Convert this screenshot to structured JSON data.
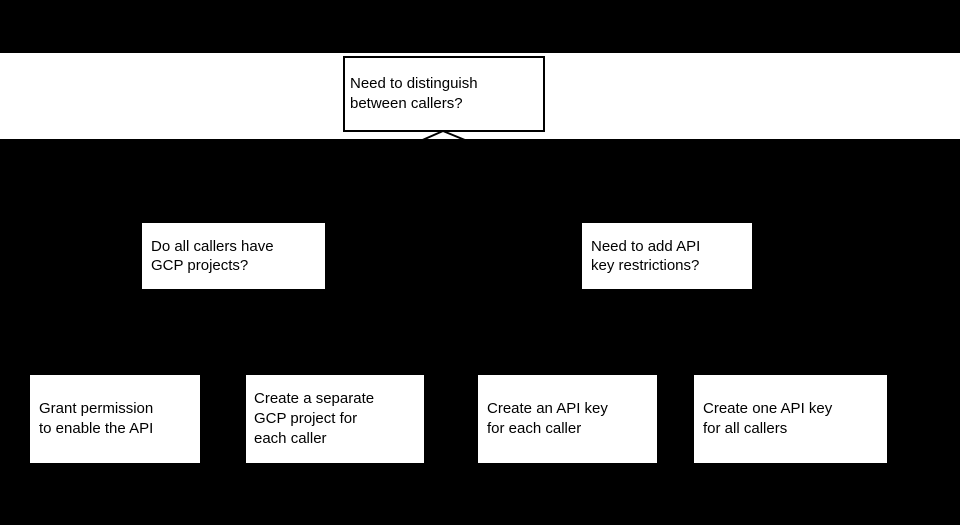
{
  "palette": {
    "background": "#000000",
    "band_fill": "#ffffff",
    "node_fill": "#ffffff",
    "node_border": "#000000",
    "connector_stroke": "#000000",
    "text_color": "#000000"
  },
  "flowchart": {
    "root_question": {
      "label": "Need to distinguish\nbetween callers?"
    },
    "questions": [
      {
        "id": "gcp-projects",
        "label": "Do all callers have\nGCP projects?"
      },
      {
        "id": "api-key-restrictions",
        "label": "Need to add API\nkey restrictions?"
      }
    ],
    "outcomes": [
      {
        "id": "grant-permission",
        "label": "Grant permission\nto enable the API"
      },
      {
        "id": "separate-gcp-project",
        "label": "Create a separate\nGCP project for\neach caller"
      },
      {
        "id": "api-key-per-caller",
        "label": "Create an API key\nfor each caller"
      },
      {
        "id": "one-api-key",
        "label": "Create one API key\nfor all callers"
      }
    ]
  }
}
